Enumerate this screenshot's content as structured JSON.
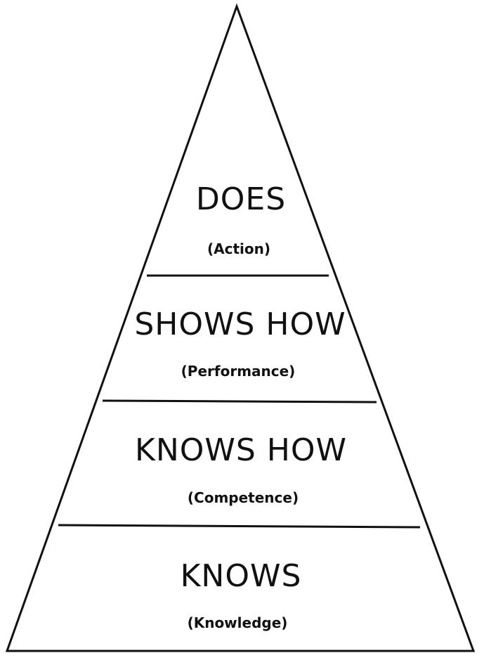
{
  "pyramid": {
    "levels": [
      {
        "title": "DOES",
        "subtitle": "(Action)"
      },
      {
        "title": "SHOWS HOW",
        "subtitle": "(Performance)"
      },
      {
        "title": "KNOWS HOW",
        "subtitle": "(Competence)"
      },
      {
        "title": "KNOWS",
        "subtitle": "(Knowledge)"
      }
    ],
    "colors": {
      "line": "#111111",
      "text": "#111111",
      "background": "#ffffff"
    }
  }
}
